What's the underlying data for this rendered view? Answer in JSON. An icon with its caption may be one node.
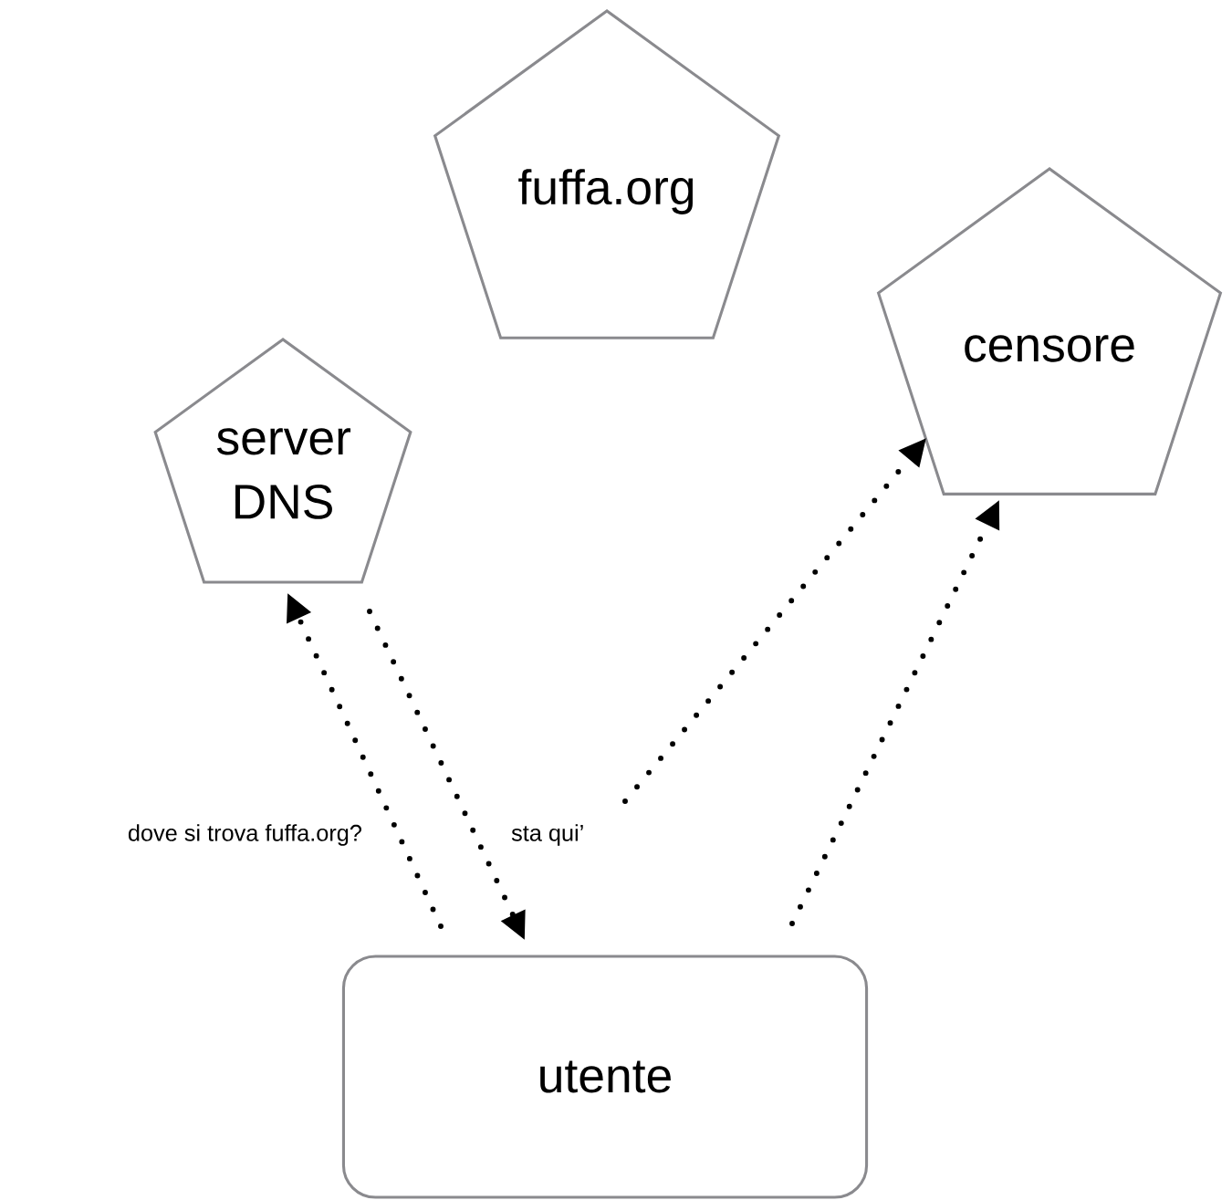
{
  "diagram": {
    "nodes": [
      {
        "text": [
          "fuffa.org"
        ]
      },
      {
        "text": [
          "censore"
        ]
      },
      {
        "text": [
          "server DNS"
        ]
      },
      {
        "text": [
          "utente"
        ]
      }
    ],
    "edges": [
      {
        "from": 3,
        "to": 2,
        "arrow": "to",
        "label": "dove si trova fuffa.org?"
      },
      {
        "from": 2,
        "to": 3,
        "arrow": "to",
        "label": "sta qui’"
      },
      {
        "from": null,
        "to": 1,
        "arrow": "to"
      },
      {
        "from": 3,
        "to": 1,
        "arrow": "to"
      }
    ]
  }
}
